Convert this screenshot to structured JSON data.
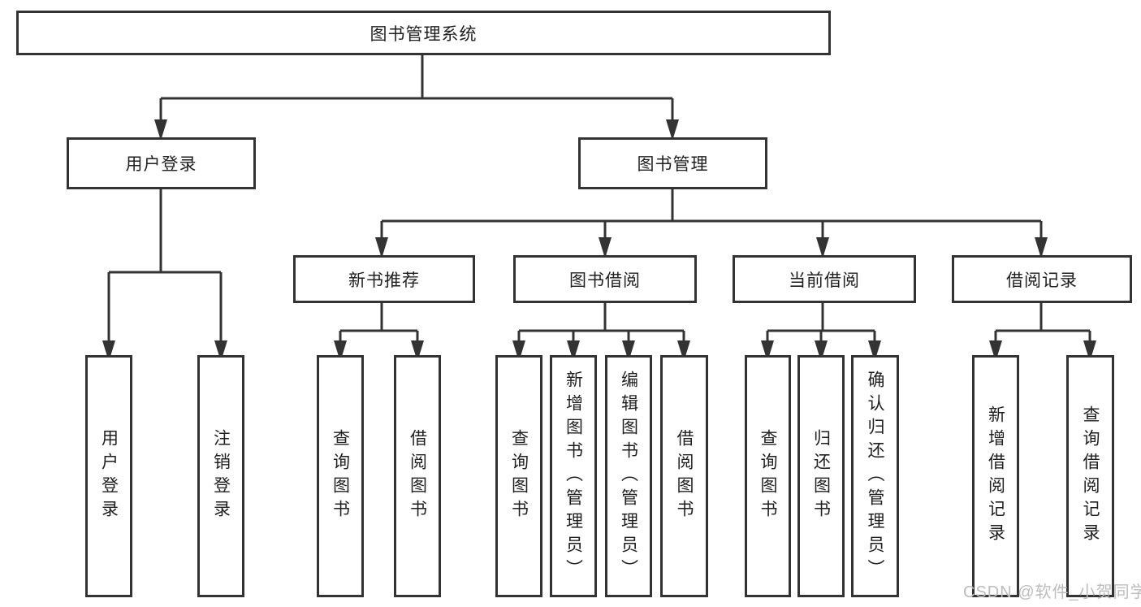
{
  "nodes": {
    "root": "图书管理系统",
    "level2": [
      "用户登录",
      "图书管理"
    ],
    "level3": [
      "新书推荐",
      "图书借阅",
      "当前借阅",
      "借阅记录"
    ],
    "leaves": [
      "用户登录",
      "注销登录",
      "查询图书",
      "借阅图书",
      "查询图书",
      "新增图书（管理员）",
      "编辑图书（管理员）",
      "借阅图书",
      "查询图书",
      "归还图书",
      "确认归还（管理员）",
      "新增借阅记录",
      "查询借阅记录"
    ]
  },
  "watermark": "CSDN @软件_小贺同学",
  "colors": {
    "line": "#333333",
    "box_border": "#333333",
    "text": "#1f1f1f",
    "watermark": "#bcbcbc",
    "background": "#ffffff"
  }
}
